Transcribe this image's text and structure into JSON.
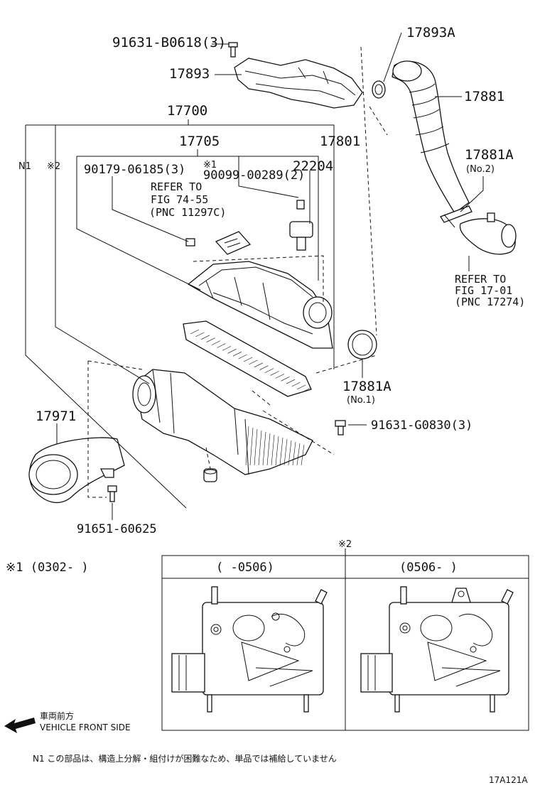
{
  "labels": {
    "p91631_b0618": "91631-B0618(3)",
    "p17893a": "17893A",
    "p17893": "17893",
    "p17700": "17700",
    "p17881": "17881",
    "p17705": "17705",
    "p17801": "17801",
    "p17881a_top": "17881A",
    "no2": "(No.2)",
    "n1": "N1",
    "mark2": "※2",
    "p90179": "90179-06185(3)",
    "mark1": "※1",
    "p90099": "90099-00289(2)",
    "p22204": "22204",
    "refer1_l1": "REFER TO",
    "refer1_l2": "FIG 74-55",
    "refer1_l3": "(PNC 11297C)",
    "refer2_l1": "REFER TO",
    "refer2_l2": "FIG 17-01",
    "refer2_l3": "(PNC 17274)",
    "p17881a_bottom": "17881A",
    "no1": "(No.1)",
    "p91631_g0830": "91631-G0830(3)",
    "p17971": "17971",
    "p91651": "91651-60625"
  },
  "variants": {
    "callout": "※2",
    "left_header": "(     -0506)",
    "right_header": "(0506-      )"
  },
  "footnotes": {
    "mark1_range": "※1 (0302-        )",
    "front_jp": "車両前方",
    "front_en": "VEHICLE FRONT SIDE",
    "n1_note": "N1  この部品は、構造上分解・組付けが困難なため、単品では補給していません",
    "fig_code": "17A121A"
  },
  "icons": {
    "direction": "arrow-left-icon"
  }
}
